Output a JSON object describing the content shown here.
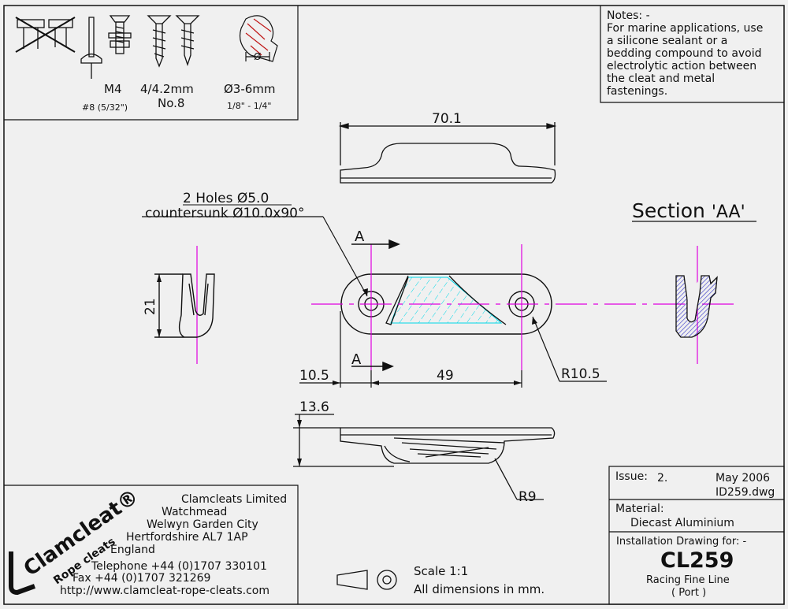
{
  "colors": {
    "background": "#f0f0f0",
    "line": "#111111",
    "centerline": "#e000e0",
    "hatch": "#00d8e8",
    "section_fill": "#3030c8"
  },
  "fastener_legend": {
    "rivet_size": "M4",
    "rivet_alt": "#8 (5/32\")",
    "screw_size": "4/4.2mm",
    "screw_no": "No.8",
    "rope_size": "Ø3-6mm",
    "rope_alt": "1/8\" - 1/4\"",
    "rope_symbol": "Ø"
  },
  "notes": {
    "heading": "Notes: -",
    "lines": [
      "For marine applications, use",
      "a silicone sealant or a",
      "bedding compound to avoid",
      "electrolytic action between",
      "the cleat and metal",
      "fastenings."
    ]
  },
  "dimensions": {
    "length": "70.1",
    "holes_line1": "2 Holes Ø5.0",
    "holes_line2": "countersunk Ø10.0x90°",
    "height_side": "21",
    "offset": "10.5",
    "hole_spacing": "49",
    "radius_end": "R10.5",
    "height": "13.6",
    "radius_bottom": "R9"
  },
  "section": {
    "label": "Section ",
    "id": "'AA'",
    "marker": "A"
  },
  "company": {
    "logo": "Clamcleat®",
    "logo_sub": "Rope cleats",
    "address_lines": [
      "Clamcleats Limited",
      "Watchmead",
      "Welwyn Garden City",
      "Hertfordshire AL7 1AP",
      "England"
    ],
    "telephone": "Telephone +44 (0)1707 330101",
    "fax": "Fax +44 (0)1707 321269",
    "url": "http://www.clamcleat-rope-cleats.com"
  },
  "scale": {
    "scale_label": "Scale 1:1",
    "units_label": "All dimensions in mm."
  },
  "title_block": {
    "issue_label": "Issue:",
    "issue_value": "2.",
    "date": "May 2006",
    "file": "ID259.dwg",
    "material_label": "Material:",
    "material_value": "Diecast Aluminium",
    "drawing_for": "Installation Drawing for: -",
    "product_code": "CL259",
    "description": "Racing Fine Line",
    "side": "( Port )"
  }
}
